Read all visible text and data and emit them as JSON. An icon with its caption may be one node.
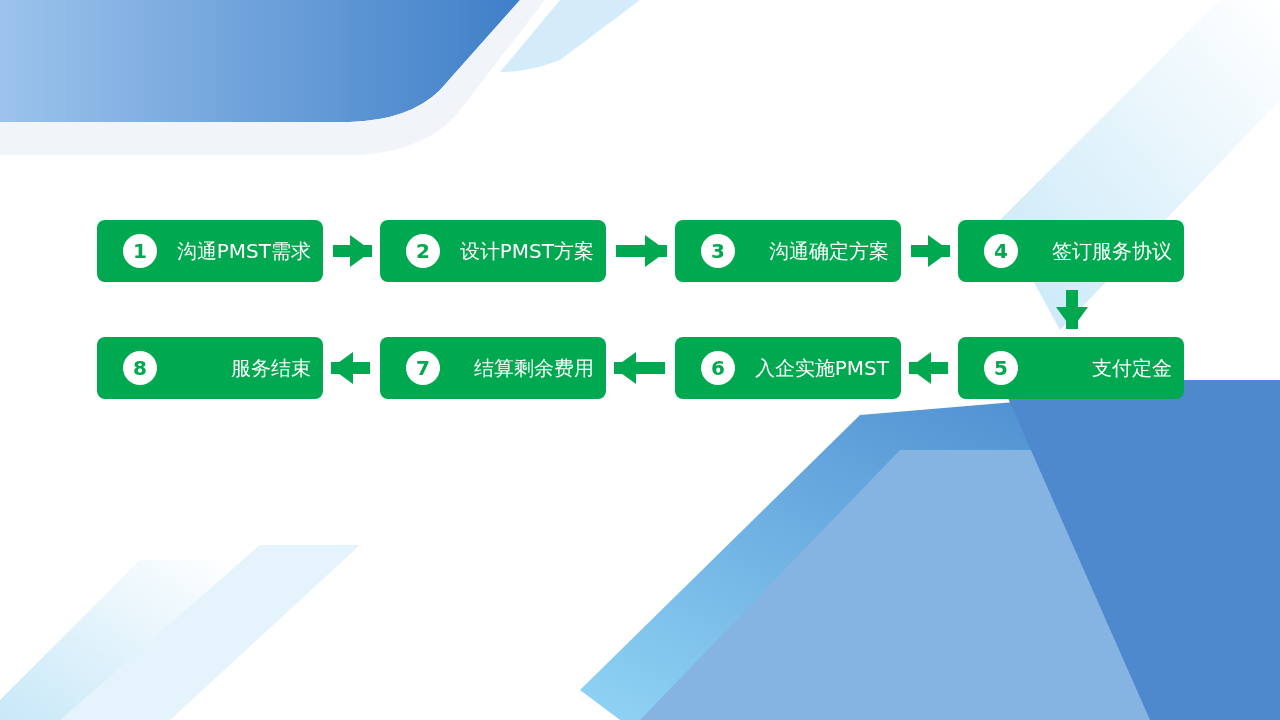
{
  "diagram": {
    "nodes": [
      {
        "text": [
          "1",
          "沟通PMST需求"
        ]
      },
      {
        "text": [
          "2",
          "设计PMST方案"
        ]
      },
      {
        "text": [
          "3",
          "沟通确定方案"
        ]
      },
      {
        "text": [
          "4",
          "签订服务协议"
        ]
      },
      {
        "text": [
          "5",
          "支付定金"
        ]
      },
      {
        "text": [
          "6",
          "入企实施PMST"
        ]
      },
      {
        "text": [
          "7",
          "结算剩余费用"
        ]
      },
      {
        "text": [
          "8",
          "服务结束"
        ]
      }
    ],
    "edges": [
      {
        "from": 0,
        "to": 1,
        "arrow": "to"
      },
      {
        "from": 1,
        "to": 2,
        "arrow": "to"
      },
      {
        "from": 2,
        "to": 3,
        "arrow": "to"
      },
      {
        "from": 3,
        "to": 4,
        "arrow": "to"
      },
      {
        "from": 4,
        "to": 5,
        "arrow": "to"
      },
      {
        "from": 5,
        "to": 6,
        "arrow": "to"
      },
      {
        "from": 6,
        "to": 7,
        "arrow": "to"
      }
    ]
  }
}
